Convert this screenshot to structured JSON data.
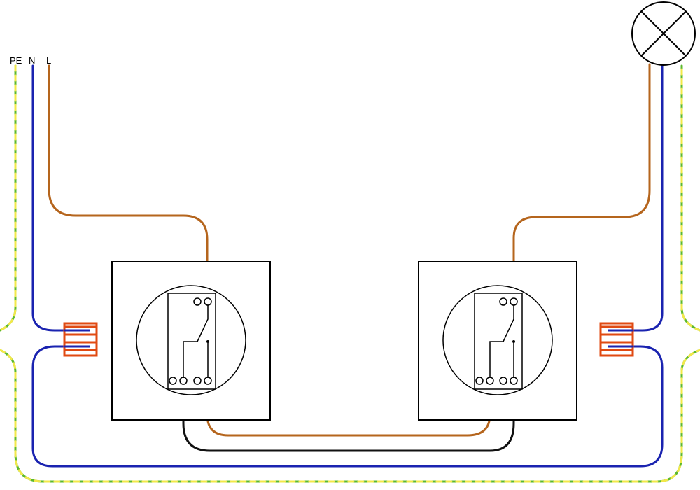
{
  "labels": {
    "pe": "PE",
    "n": "N",
    "l": "L"
  },
  "colors": {
    "phase": "#b5651d",
    "neutral": "#1a23b0",
    "earth_green": "#5cb82e",
    "earth_yellow": "#f2e84a",
    "traveler": "#111111",
    "connector": "#e04a12"
  },
  "components": {
    "lamp": "lamp-symbol",
    "switch_left": "two-way-switch",
    "switch_right": "two-way-switch",
    "connector_left": "junction-connector",
    "connector_right": "junction-connector"
  }
}
